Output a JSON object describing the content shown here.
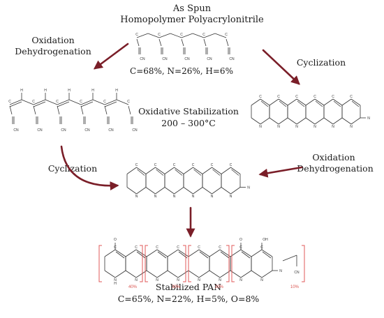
{
  "colors": {
    "arrow": "#7a1e28",
    "bracket": "#e05a5a",
    "percent": "#d9534f",
    "bond": "#333333"
  },
  "labels": {
    "title_line1": "As Spun",
    "title_line2": "Homopolymer Polyacrylonitrile",
    "comp_top": "C=68%, N=26%, H=6%",
    "left_step_1": "Oxidation",
    "left_step_2": "Dehydrogenation",
    "right_step": "Cyclization",
    "center_1": "Oxidative Stabilization",
    "center_2": "200 – 300°C",
    "right_lower_1": "Oxidation",
    "right_lower_2": "Dehydrogenation",
    "left_lower": "Cyclization",
    "final_name": "Stabilized PAN",
    "final_comp": "C=65%, N=22%, H=5%, O=8%"
  },
  "atoms": {
    "c": "C",
    "n": "N",
    "h": "H",
    "o": "O",
    "oh": "OH",
    "cn": "CN"
  },
  "percents": [
    "40%",
    "30%",
    "20%",
    "10%"
  ]
}
